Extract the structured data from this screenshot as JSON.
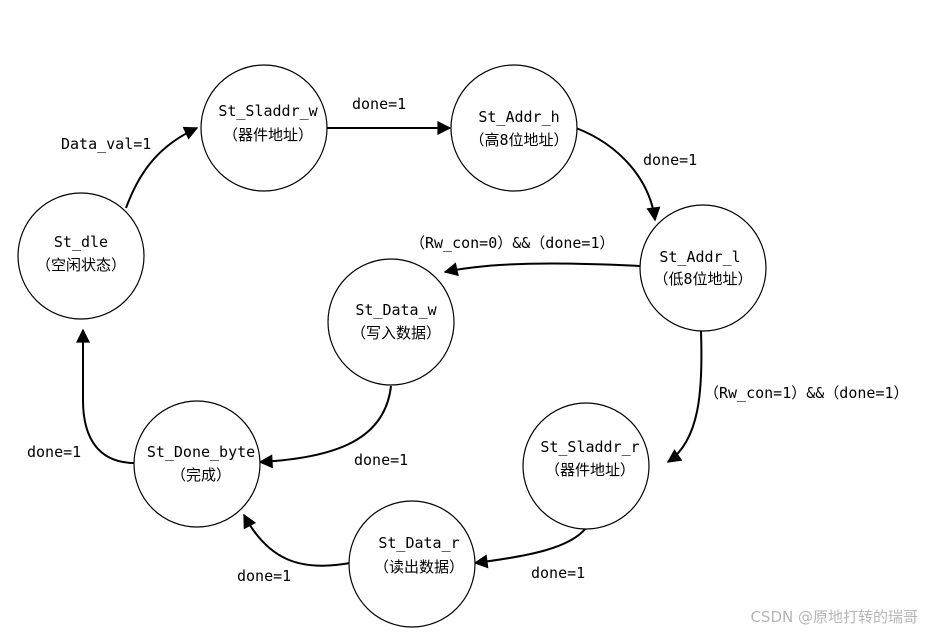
{
  "nodes": {
    "idle": {
      "name": "St_dle",
      "desc": "（空闲状态）"
    },
    "sladdr_w": {
      "name": "St_Sladdr_w",
      "desc": "（器件地址）"
    },
    "addr_h": {
      "name": "St_Addr_h",
      "desc": "（高8位地址）"
    },
    "addr_l": {
      "name": "St_Addr_l",
      "desc": "（低8位地址）"
    },
    "data_w": {
      "name": "St_Data_w",
      "desc": "（写入数据）"
    },
    "sladdr_r": {
      "name": "St_Sladdr_r",
      "desc": "（器件地址）"
    },
    "data_r": {
      "name": "St_Data_r",
      "desc": "（读出数据）"
    },
    "done_byte": {
      "name": "St_Done_byte",
      "desc": "（完成）"
    }
  },
  "edges": {
    "idle_to_sladdr_w": "Data_val=1",
    "sladdr_w_to_addr_h": "done=1",
    "addr_h_to_addr_l": "done=1",
    "addr_l_to_data_w": "（Rw_con=0）&&（done=1）",
    "addr_l_to_sladdr_r": "（Rw_con=1）&&（done=1）",
    "data_w_to_done_byte": "done=1",
    "sladdr_r_to_data_r": "done=1",
    "data_r_to_done_byte": "done=1",
    "done_byte_to_idle": "done=1"
  },
  "watermark": "CSDN @原地打转的瑞哥"
}
